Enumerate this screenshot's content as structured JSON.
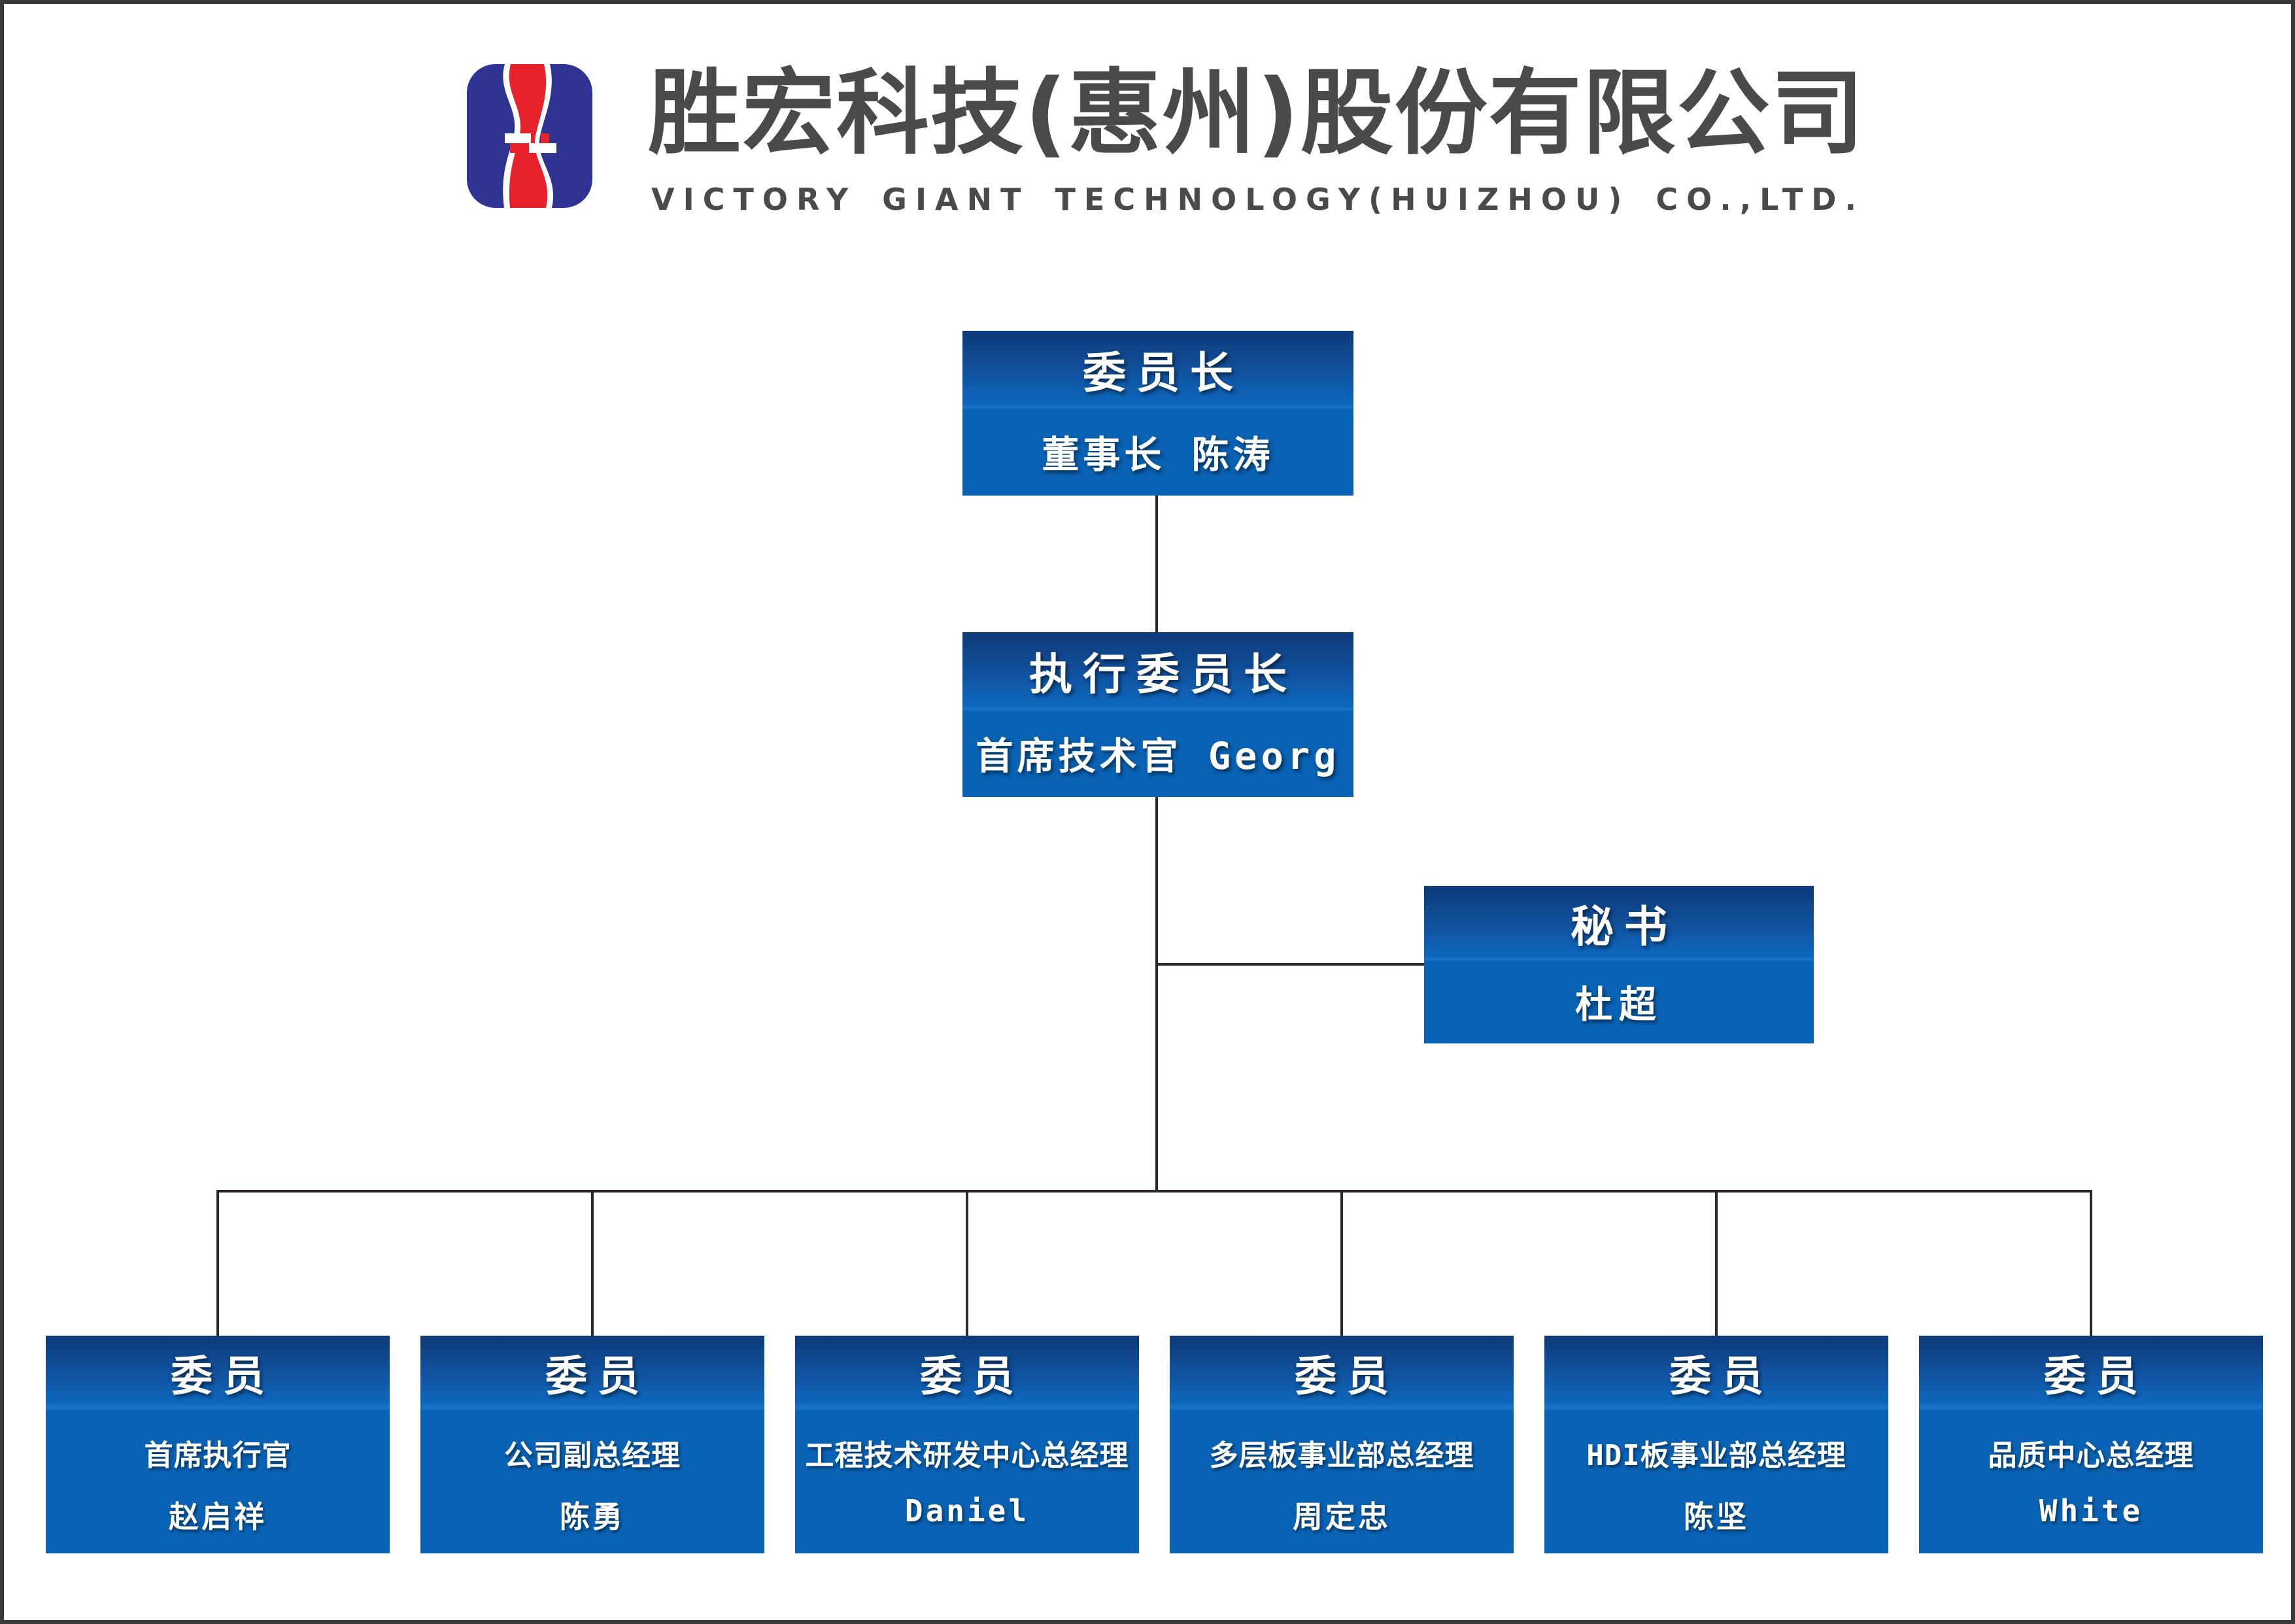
{
  "page": {
    "background": "#ffffff",
    "frame_color": "#3a3a3c"
  },
  "header": {
    "logo": {
      "icon": "victory-giant-s-ribbon-logo",
      "blue": "#2f3392",
      "red": "#e8222b",
      "white": "#ffffff"
    },
    "company_name_zh": "胜宏科技(惠州)股份有限公司",
    "company_name_en": "VICTORY GIANT TECHNOLOGY(HUIZHOU) CO.,LTD.",
    "text_color": "#4c494b"
  },
  "chart": {
    "line_color": "#2e282a",
    "box_style": {
      "gradient_top": "#0d3a79",
      "gradient_mid": "#0e68be",
      "seam_highlight": "#1a74c8",
      "body": "#0a62b4",
      "text_color": "#ffffff"
    },
    "nodes": {
      "chairman": {
        "title": "委员长",
        "name": "董事长 陈涛"
      },
      "executive": {
        "title": "执行委员长",
        "name": "首席技术官 Georg"
      },
      "secretary": {
        "title": "秘书",
        "name": "杜超"
      },
      "members": [
        {
          "title": "委员",
          "position": "首席执行官",
          "name": "赵启祥"
        },
        {
          "title": "委员",
          "position": "公司副总经理",
          "name": "陈勇"
        },
        {
          "title": "委员",
          "position": "工程技术研发中心总经理",
          "name": "Daniel"
        },
        {
          "title": "委员",
          "position": "多层板事业部总经理",
          "name": "周定忠"
        },
        {
          "title": "委员",
          "position": "HDI板事业部总经理",
          "name": "陈坚"
        },
        {
          "title": "委员",
          "position": "品质中心总经理",
          "name": "White"
        }
      ]
    }
  }
}
